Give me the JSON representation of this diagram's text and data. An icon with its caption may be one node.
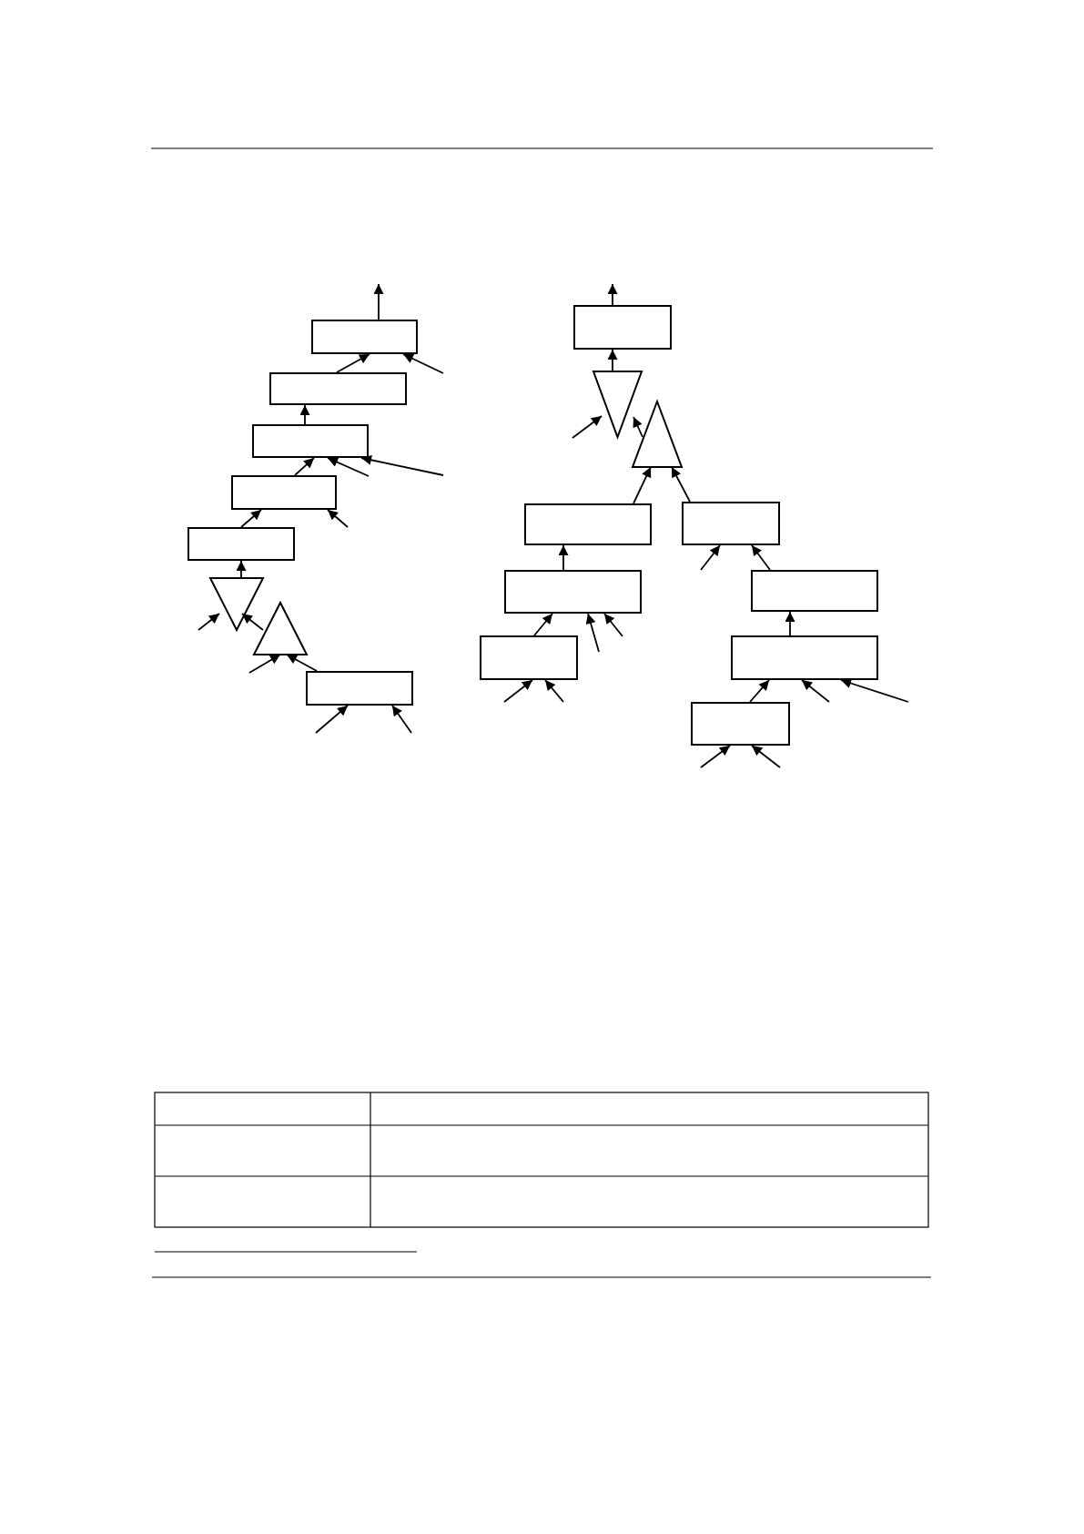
{
  "diagram": {
    "nodes": [
      {
        "text": [],
        "shape": "box"
      },
      {
        "text": [],
        "shape": "box"
      },
      {
        "text": [],
        "shape": "box"
      },
      {
        "text": [],
        "shape": "box"
      },
      {
        "text": [],
        "shape": "box"
      },
      {
        "text": [],
        "shape": "triangle"
      },
      {
        "text": [],
        "shape": "triangle"
      },
      {
        "text": [],
        "shape": "box"
      },
      {
        "text": [],
        "shape": "box"
      },
      {
        "text": [],
        "shape": "triangle"
      },
      {
        "text": [],
        "shape": "triangle"
      },
      {
        "text": [],
        "shape": "box"
      },
      {
        "text": [],
        "shape": "box"
      },
      {
        "text": [],
        "shape": "box"
      },
      {
        "text": [],
        "shape": "box"
      },
      {
        "text": [],
        "shape": "box"
      },
      {
        "text": [],
        "shape": "box"
      },
      {
        "text": [],
        "shape": "box"
      }
    ],
    "edges": [
      {
        "from": 0,
        "to": null,
        "arrow": "to"
      },
      {
        "from": 1,
        "to": 0,
        "arrow": "to"
      },
      {
        "from": null,
        "to": 0,
        "arrow": "to"
      },
      {
        "from": 2,
        "to": 1,
        "arrow": "to"
      },
      {
        "from": 3,
        "to": 2,
        "arrow": "to"
      },
      {
        "from": null,
        "to": 2,
        "arrow": "to"
      },
      {
        "from": null,
        "to": 2,
        "arrow": "to"
      },
      {
        "from": 4,
        "to": 3,
        "arrow": "to"
      },
      {
        "from": null,
        "to": 3,
        "arrow": "to"
      },
      {
        "from": 5,
        "to": 4,
        "arrow": "to"
      },
      {
        "from": null,
        "to": 5,
        "arrow": "to"
      },
      {
        "from": 6,
        "to": 5,
        "arrow": "to"
      },
      {
        "from": null,
        "to": 6,
        "arrow": "to"
      },
      {
        "from": 7,
        "to": 6,
        "arrow": "to"
      },
      {
        "from": null,
        "to": 7,
        "arrow": "to"
      },
      {
        "from": null,
        "to": 7,
        "arrow": "to"
      },
      {
        "from": 8,
        "to": null,
        "arrow": "to"
      },
      {
        "from": 9,
        "to": 8,
        "arrow": "to"
      },
      {
        "from": null,
        "to": 9,
        "arrow": "to"
      },
      {
        "from": 10,
        "to": 9,
        "arrow": "to"
      },
      {
        "from": 11,
        "to": 10,
        "arrow": "to"
      },
      {
        "from": 12,
        "to": 10,
        "arrow": "to"
      },
      {
        "from": 13,
        "to": 11,
        "arrow": "to"
      },
      {
        "from": null,
        "to": 12,
        "arrow": "to"
      },
      {
        "from": 14,
        "to": 12,
        "arrow": "to"
      },
      {
        "from": 15,
        "to": 13,
        "arrow": "to"
      },
      {
        "from": null,
        "to": 13,
        "arrow": "to"
      },
      {
        "from": null,
        "to": 13,
        "arrow": "to"
      },
      {
        "from": null,
        "to": 15,
        "arrow": "to"
      },
      {
        "from": null,
        "to": 15,
        "arrow": "to"
      },
      {
        "from": 16,
        "to": 14,
        "arrow": "to"
      },
      {
        "from": 17,
        "to": 16,
        "arrow": "to"
      },
      {
        "from": null,
        "to": 16,
        "arrow": "to"
      },
      {
        "from": null,
        "to": 16,
        "arrow": "to"
      },
      {
        "from": null,
        "to": 17,
        "arrow": "to"
      },
      {
        "from": null,
        "to": 17,
        "arrow": "to"
      }
    ]
  }
}
